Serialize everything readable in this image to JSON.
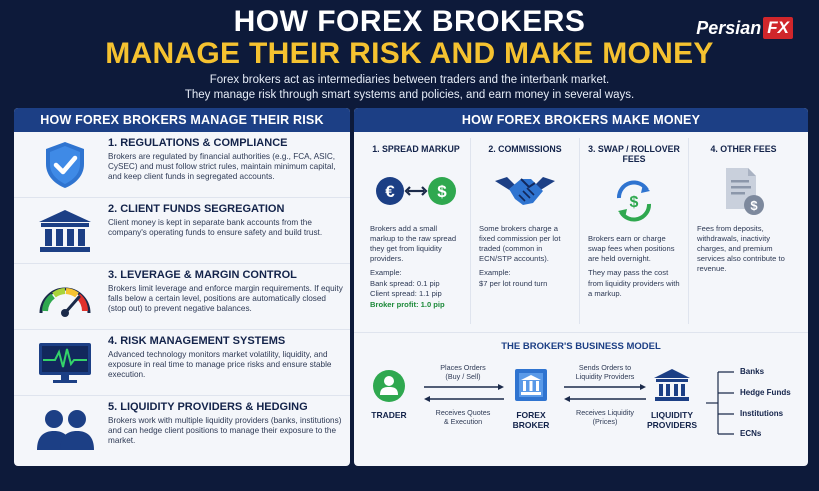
{
  "header": {
    "title_line1": "HOW FOREX BROKERS",
    "title_line2": "MANAGE THEIR RISK AND MAKE MONEY",
    "intro_line1": "Forex brokers act as intermediaries between traders and the interbank market.",
    "intro_line2": "They manage risk through smart systems and policies, and earn money in several ways.",
    "brand_main": "Persian",
    "brand_fx": "FX"
  },
  "colors": {
    "navy": "#0d1a3a",
    "panel_head": "#1c3f85",
    "gold": "#f5c230",
    "accent_green": "#1d8a3a",
    "brand_red": "#d0262b"
  },
  "risk_panel": {
    "heading": "HOW FOREX BROKERS MANAGE THEIR RISK",
    "items": [
      {
        "icon": "shield-check-icon",
        "title": "1. REGULATIONS & COMPLIANCE",
        "desc": "Brokers are regulated by financial authorities (e.g., FCA, ASIC, CySEC) and must follow strict rules, maintain minimum capital, and keep client funds in segregated accounts."
      },
      {
        "icon": "bank-building-icon",
        "title": "2. CLIENT FUNDS SEGREGATION",
        "desc": "Client money is kept in separate bank accounts from the company's operating funds to ensure safety and build trust."
      },
      {
        "icon": "gauge-icon",
        "title": "3. LEVERAGE & MARGIN CONTROL",
        "desc": "Brokers limit leverage and enforce margin requirements. If equity falls below a certain level, positions are automatically closed (stop out) to prevent negative balances."
      },
      {
        "icon": "monitor-pulse-icon",
        "title": "4. RISK MANAGEMENT SYSTEMS",
        "desc": "Advanced technology monitors market volatility, liquidity, and exposure in real time to manage price risks and ensure stable execution."
      },
      {
        "icon": "people-icon",
        "title": "5. LIQUIDITY PROVIDERS & HEDGING",
        "desc": "Brokers work with multiple liquidity providers (banks, institutions) and can hedge client positions to manage their exposure to the market."
      }
    ]
  },
  "money_panel": {
    "heading": "HOW FOREX BROKERS MAKE MONEY",
    "columns": [
      {
        "icon": "euro-dollar-exchange-icon",
        "title": "1. SPREAD MARKUP",
        "desc": "Brokers add a small markup to the raw spread they get from liquidity providers.",
        "ex1": "Example:",
        "ex2": "Bank spread: 0.1 pip",
        "ex3": "Client spread: 1.1 pip",
        "ex4": "Broker profit: 1.0 pip"
      },
      {
        "icon": "handshake-icon",
        "title": "2. COMMISSIONS",
        "desc": "Some brokers charge a fixed commission per lot traded (common in ECN/STP accounts).",
        "ex1": "Example:",
        "ex2": "$7 per lot round turn"
      },
      {
        "icon": "dollar-swap-icon",
        "title": "3. SWAP / ROLLOVER FEES",
        "desc": "Brokers earn or charge swap fees when positions are held overnight.",
        "ex1": "They may pass the cost from liquidity providers with a markup."
      },
      {
        "icon": "document-dollar-icon",
        "title": "4. OTHER FEES",
        "desc": "Fees from deposits, withdrawals, inactivity charges, and premium services also contribute to revenue."
      }
    ]
  },
  "business_model": {
    "title": "THE BROKER'S BUSINESS MODEL",
    "trader": "TRADER",
    "broker_line1": "FOREX",
    "broker_line2": "BROKER",
    "lp_line1": "LIQUIDITY",
    "lp_line2": "PROVIDERS",
    "flow_top_left_1": "Places Orders",
    "flow_top_left_2": "(Buy / Sell)",
    "flow_bottom_left_1": "Receives Quotes",
    "flow_bottom_left_2": "& Execution",
    "flow_top_right_1": "Sends Orders to",
    "flow_top_right_2": "Liquidity Providers",
    "flow_bottom_right_1": "Receives Liquidity",
    "flow_bottom_right_2": "(Prices)",
    "institutions": [
      "Banks",
      "Hedge Funds",
      "Institutions",
      "ECNs"
    ]
  }
}
